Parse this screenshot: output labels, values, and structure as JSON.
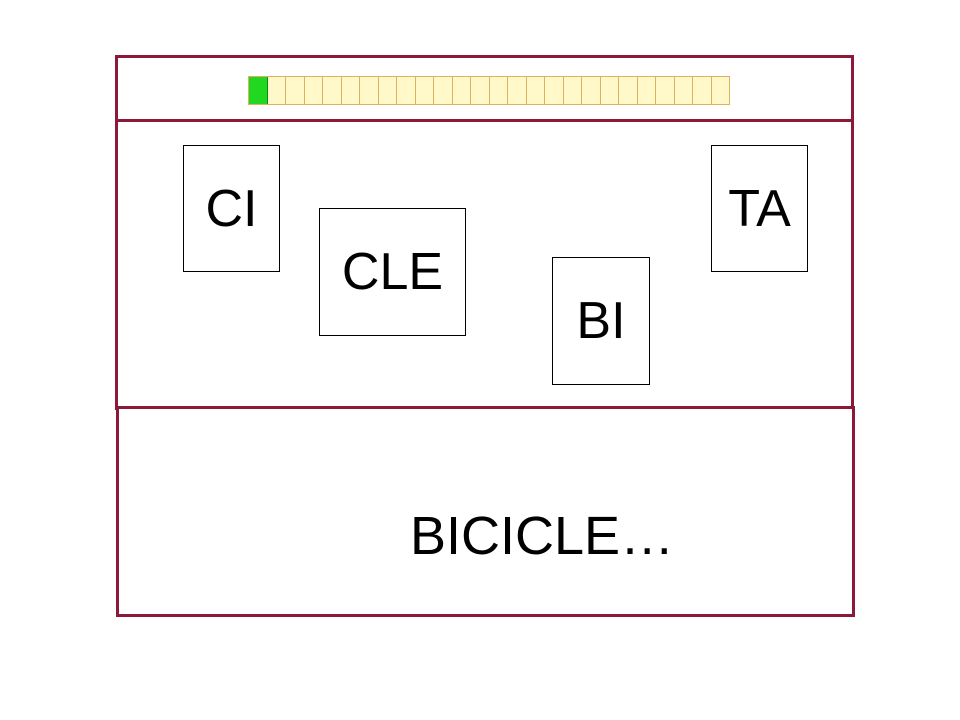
{
  "progress": {
    "segments": 26,
    "filled": 1,
    "fill_color": "#1fd81f",
    "empty_color": "#fff8c8"
  },
  "cards": {
    "ci": "CI",
    "cle": "CLE",
    "bi": "BI",
    "ta": "TA"
  },
  "answer": {
    "text": "BICICLE…"
  },
  "colors": {
    "frame": "#8b1a3a"
  }
}
